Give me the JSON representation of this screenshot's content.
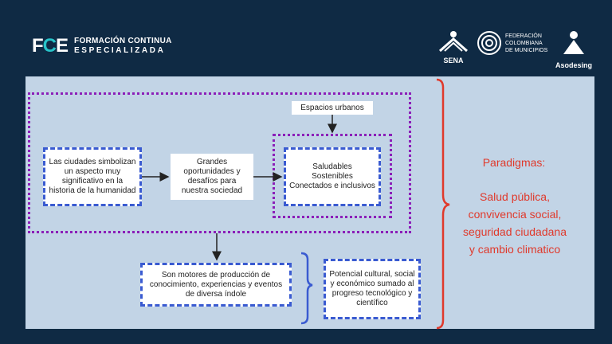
{
  "header": {
    "logo_mark_a": "F",
    "logo_mark_b": "C",
    "logo_mark_c": "E",
    "logo_line1": "FORMACIÓN CONTINUA",
    "logo_line2": "ESPECIALIZADA",
    "partner_sena": "SENA",
    "partner_fcm_1": "FEDERACIÓN",
    "partner_fcm_2": "COLOMBIANA",
    "partner_fcm_3": "DE MUNICIPIOS",
    "partner_asodesing": "Asodesing"
  },
  "diagram": {
    "box_ciudades": "Las ciudades simbolizan un aspecto muy significativo en la historia de la humanidad",
    "box_oportunidades": "Grandes oportunidades y desafíos para nuestra sociedad",
    "box_espacios": "Espacios urbanos",
    "box_saludables_1": "Saludables",
    "box_saludables_2": "Sostenibles",
    "box_saludables_3": "Conectados e inclusivos",
    "box_motores": "Son motores de producción de conocimiento, experiencias y eventos de diversa índole",
    "box_potencial": "Potencial cultural, social y económico sumado al progreso tecnológico y científico"
  },
  "side": {
    "title": "Paradigmas:",
    "line1": "Salud pública,",
    "line2": "convivencia social,",
    "line3": "seguridad ciudadana",
    "line4": "y cambio climatico"
  },
  "colors": {
    "background": "#0f2a44",
    "panel": "#c2d4e6",
    "dotted_border": "#8b1fb8",
    "dashed_border": "#3a5bd1",
    "accent_red": "#e0392b",
    "accent_teal": "#27c3c9"
  }
}
